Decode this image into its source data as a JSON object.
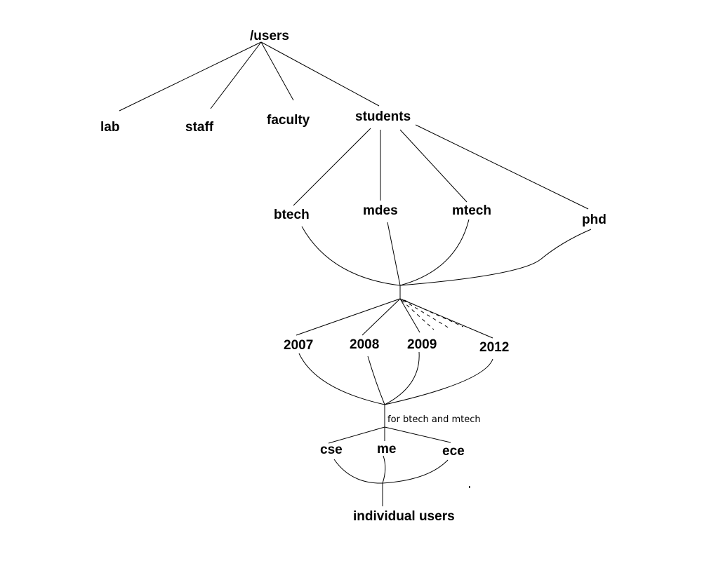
{
  "nodes": {
    "root": "/users",
    "lab": "lab",
    "staff": "staff",
    "faculty": "faculty",
    "students": "students",
    "btech": "btech",
    "mdes": "mdes",
    "mtech": "mtech",
    "phd": "phd",
    "y2007": "2007",
    "y2008": "2008",
    "y2009": "2009",
    "y2012": "2012",
    "cse": "cse",
    "me": "me",
    "ece": "ece",
    "individual_users": "individual users"
  },
  "annotations": {
    "branch_note": "for btech and mtech"
  }
}
